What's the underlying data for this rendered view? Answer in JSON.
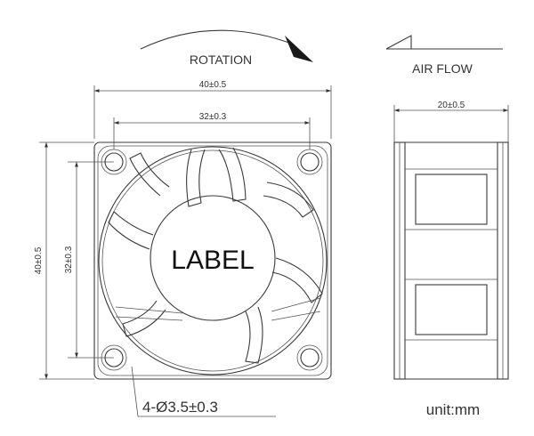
{
  "header": {
    "rotation_label": "ROTATION",
    "airflow_label": "AIR FLOW"
  },
  "front_view": {
    "outer_width_dim": "40±0.5",
    "hole_spacing_h_dim": "32±0.3",
    "outer_height_dim": "40±0.5",
    "hole_spacing_v_dim": "32±0.3",
    "hub_label": "LABEL",
    "mount_hole_callout": "4-Ø3.5±0.3"
  },
  "side_view": {
    "depth_dim": "20±0.5"
  },
  "footer": {
    "unit_label": "unit:mm"
  }
}
